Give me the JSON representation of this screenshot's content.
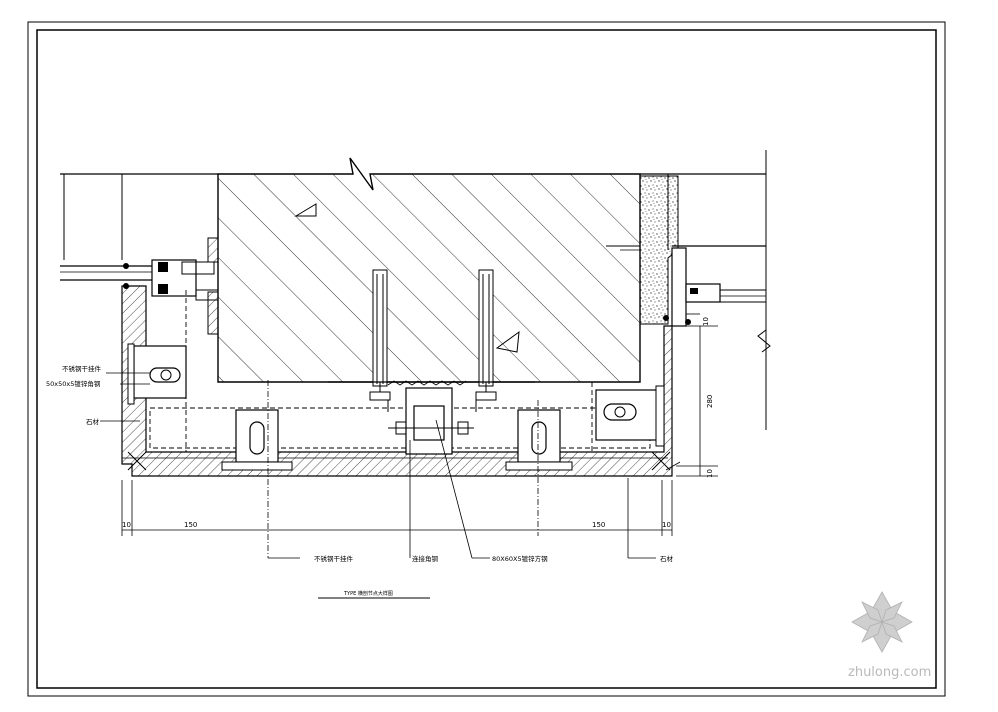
{
  "labels": {
    "left_bolt": "不锈钢干挂件",
    "left_angle": "50x50x5镀锌角钢",
    "left_stone": "石材",
    "bottom_bolt": "不锈钢干挂件",
    "bottom_angle": "连接角钢",
    "bottom_tube": "80X60X5镀锌方钢",
    "bottom_stone": "石材",
    "caption": "TYPE 横剖节点大样图"
  },
  "dimensions": {
    "d_left_10": "10",
    "d_left_150": "150",
    "d_right_150": "150",
    "d_right_10": "10",
    "d_v_10_top": "10",
    "d_v_280": "280",
    "d_v_10_bottom": "10"
  },
  "watermark": {
    "text": "zhulong.com"
  }
}
